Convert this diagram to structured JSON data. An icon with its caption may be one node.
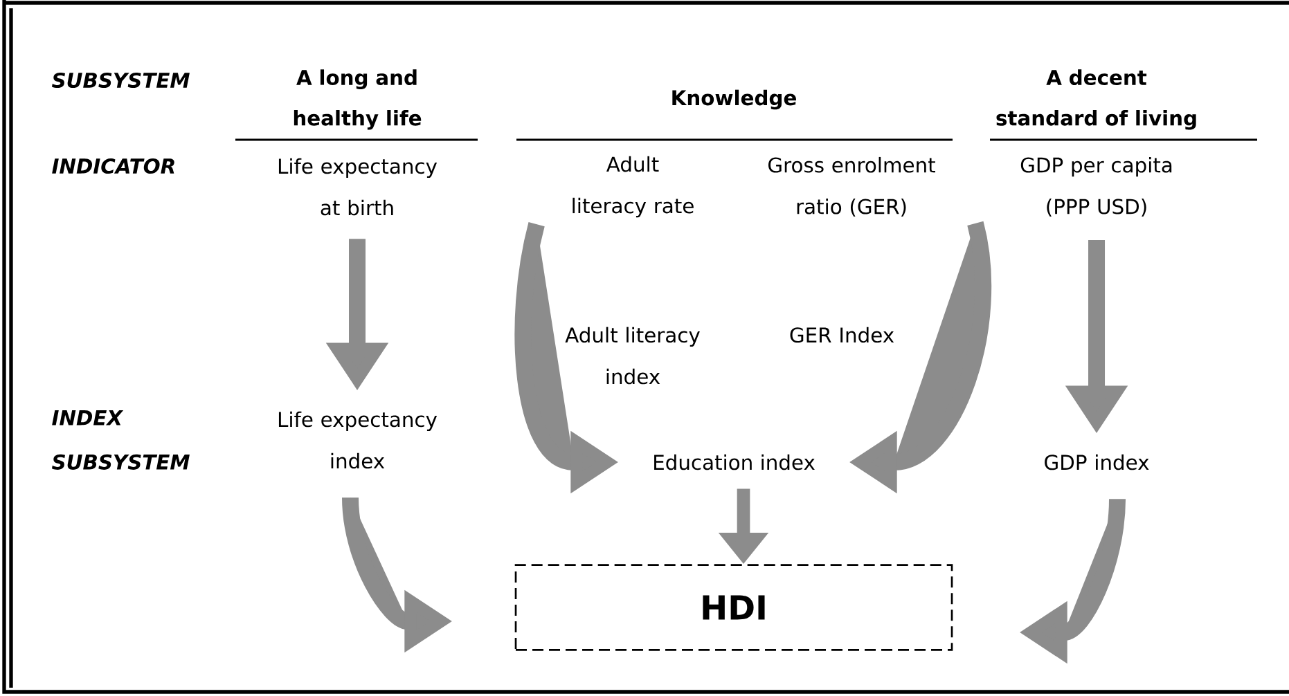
{
  "diagram": {
    "nodes": [
      {
        "text": [
          "Life expectancy at birth"
        ]
      },
      {
        "text": [
          "Adult literacy rate"
        ]
      },
      {
        "text": [
          "Gross enrolment ratio (GER)"
        ]
      },
      {
        "text": [
          "GDP per capita (PPP USD)"
        ]
      },
      {
        "text": [
          "Life expectancy index"
        ]
      },
      {
        "text": [
          "Education index"
        ]
      },
      {
        "text": [
          "GDP index"
        ]
      },
      {
        "text": [
          "HDI"
        ]
      }
    ],
    "edges": [
      {
        "from": 0,
        "to": 4,
        "arrow": "to"
      },
      {
        "from": 1,
        "to": 5,
        "arrow": "to"
      },
      {
        "from": 2,
        "to": 5,
        "arrow": "to"
      },
      {
        "from": 3,
        "to": 6,
        "arrow": "to"
      },
      {
        "from": 4,
        "to": 7,
        "arrow": "to"
      },
      {
        "from": 5,
        "to": 7,
        "arrow": "to"
      },
      {
        "from": 6,
        "to": 7,
        "arrow": "to"
      }
    ],
    "labels": [
      "SUBSYSTEM",
      "A long and healthy life",
      "Knowledge",
      "A decent standard of living",
      "INDICATOR",
      "Adult literacy index",
      "GER Index",
      "INDEX SUBSYSTEM"
    ]
  }
}
